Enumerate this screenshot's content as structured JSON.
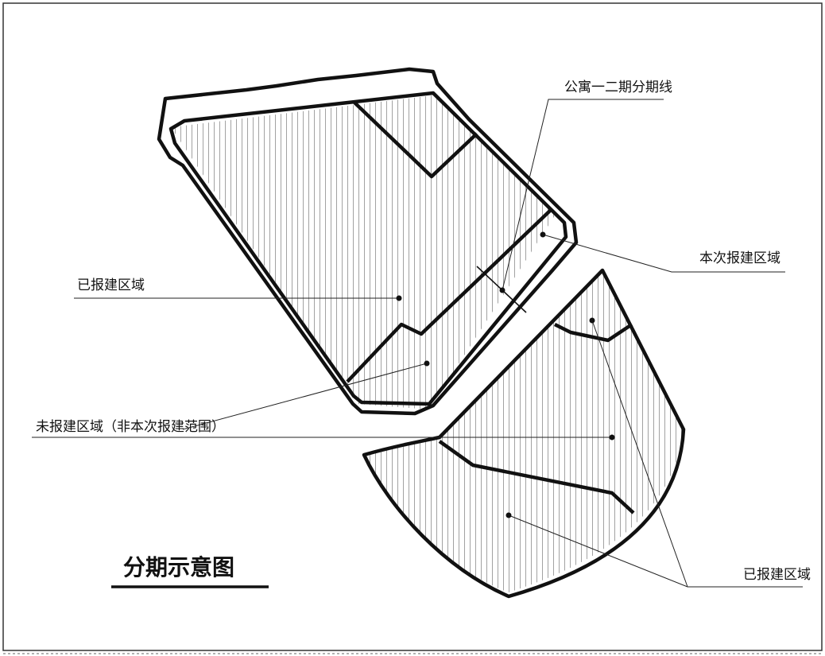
{
  "title": "分期示意图",
  "labels": {
    "phase_line": "公寓一二期分期线",
    "this_submission": "本次报建区域",
    "submitted_left": "已报建区域",
    "not_submitted": "未报建区域（非本次报建范围）",
    "submitted_right": "已报建区域"
  },
  "colors": {
    "line": "#111111",
    "hatch": "#8a8a8a",
    "background": "#ffffff"
  }
}
